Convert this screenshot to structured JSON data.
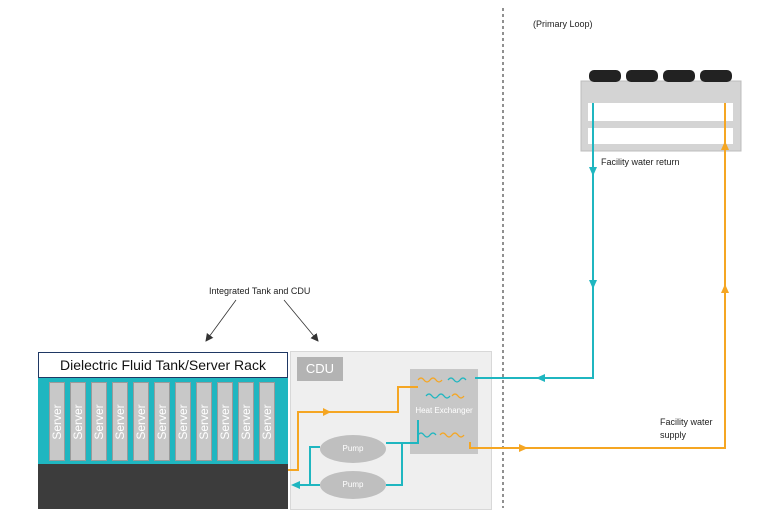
{
  "primary_loop_label": "(Primary Loop)",
  "facility_return_label": "Facility water return",
  "facility_supply_label": "Facility water supply",
  "integrated_label": "Integrated Tank and CDU",
  "tank_title": "Dielectric Fluid Tank/Server Rack",
  "cdu_title": "CDU",
  "server_label": "Server",
  "servers": [
    "Server",
    "Server",
    "Server",
    "Server",
    "Server",
    "Server",
    "Server",
    "Server",
    "Server",
    "Server",
    "Server"
  ],
  "pump_top_label": "Pump",
  "pump_bottom_label": "Pump",
  "heat_exchanger_label": "Heat Exchanger",
  "colors": {
    "hot": "#f5a623",
    "cold": "#1fb6c0",
    "tank": "#1fb6c0",
    "base": "#3c3c3c",
    "cdu_panel": "#efefef",
    "equipment": "#c8c8c8"
  }
}
